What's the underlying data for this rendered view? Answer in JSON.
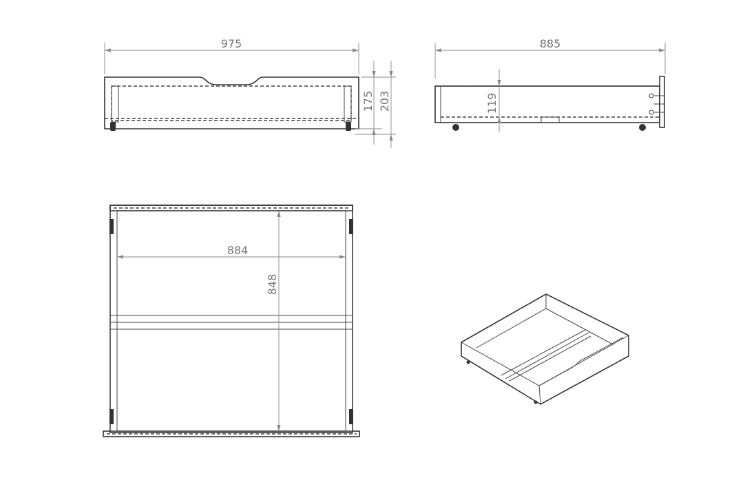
{
  "front_view": {
    "width_label": "975",
    "inner_height_label": "175",
    "total_height_label": "203"
  },
  "side_view": {
    "depth_label": "885",
    "inner_height_label": "119"
  },
  "top_view": {
    "inner_width_label": "884",
    "inner_depth_label": "848"
  },
  "colors": {
    "line": "#333333",
    "dimension": "#888888",
    "background": "#ffffff"
  }
}
